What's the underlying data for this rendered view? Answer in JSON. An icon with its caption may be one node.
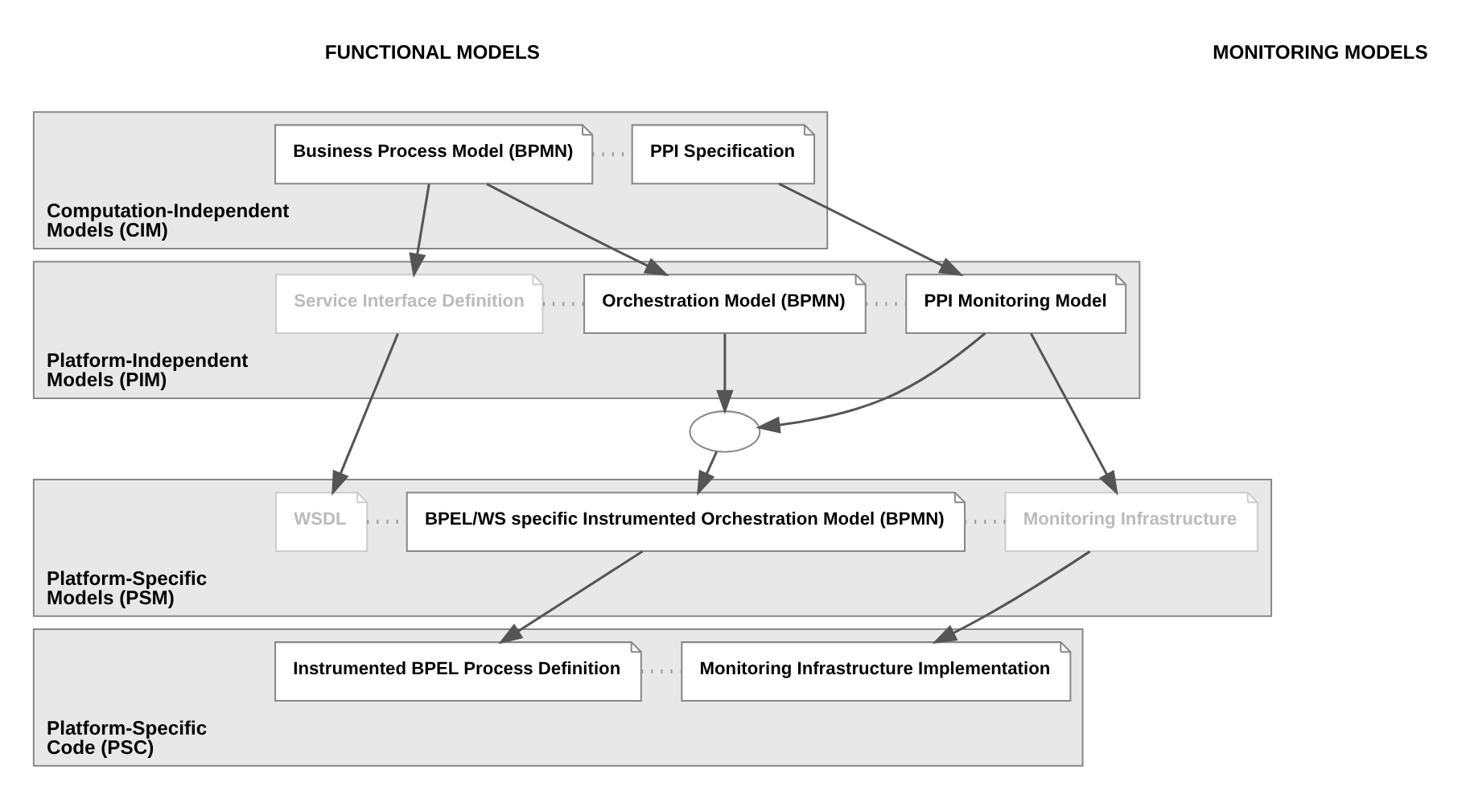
{
  "diagram": {
    "nodes": [
      {
        "text": [
          "Computation-Independent Models (CIM)"
        ]
      },
      {
        "text": [
          "Business Process Model (BPMN)"
        ],
        "in": 0
      },
      {
        "text": [
          "PPI Specification"
        ],
        "in": 0
      },
      {
        "text": [
          "Platform-Independent Models (PIM)"
        ]
      },
      {
        "text": [
          "Service Interface Definition"
        ],
        "in": 3
      },
      {
        "text": [
          "Orchestration Model (BPMN)"
        ],
        "in": 3
      },
      {
        "text": [
          "PPI Monitoring Model"
        ],
        "in": 3
      },
      {
        "text": [],
        "shape": "ellipse"
      },
      {
        "text": [
          "Platform-Specific Models (PSM)"
        ]
      },
      {
        "text": [
          "WSDL"
        ],
        "in": 8
      },
      {
        "text": [
          "BPEL/WS specific Instrumented Orchestration Model (BPMN)"
        ],
        "in": 8
      },
      {
        "text": [
          "Monitoring Infrastructure"
        ],
        "in": 8
      },
      {
        "text": [
          "Platform-Specific Code (PSC)"
        ]
      },
      {
        "text": [
          "Instrumented BPEL Process Definition"
        ],
        "in": 12
      },
      {
        "text": [
          "Monitoring Infrastructure Implementation"
        ],
        "in": 12
      }
    ],
    "edges": [
      {
        "from": 1,
        "to": 2,
        "arrow": "none",
        "style": "dashed",
        "color": "#999999"
      },
      {
        "from": 1,
        "to": 4,
        "arrow": "to"
      },
      {
        "from": 1,
        "to": 5,
        "arrow": "to"
      },
      {
        "from": 2,
        "to": 6,
        "arrow": "to"
      },
      {
        "from": 4,
        "to": 5,
        "arrow": "none",
        "style": "dashed",
        "color": "#999999"
      },
      {
        "from": 5,
        "to": 6,
        "arrow": "none",
        "style": "dashed",
        "color": "#999999"
      },
      {
        "from": 5,
        "to": 7,
        "arrow": "to"
      },
      {
        "from": 6,
        "to": 7,
        "arrow": "to"
      },
      {
        "from": 4,
        "to": 9,
        "arrow": "to"
      },
      {
        "from": 6,
        "to": 11,
        "arrow": "to"
      },
      {
        "from": 7,
        "to": 10,
        "arrow": "to"
      },
      {
        "from": 9,
        "to": 10,
        "arrow": "none",
        "style": "dashed",
        "color": "#999999"
      },
      {
        "from": 10,
        "to": 11,
        "arrow": "none",
        "style": "dashed",
        "color": "#999999"
      },
      {
        "from": 10,
        "to": 13,
        "arrow": "to"
      },
      {
        "from": 11,
        "to": 14,
        "arrow": "to"
      },
      {
        "from": 13,
        "to": 14,
        "arrow": "none",
        "style": "dashed",
        "color": "#999999"
      }
    ],
    "labels": [
      "FUNCTIONAL MODELS",
      "MONITORING MODELS"
    ]
  }
}
